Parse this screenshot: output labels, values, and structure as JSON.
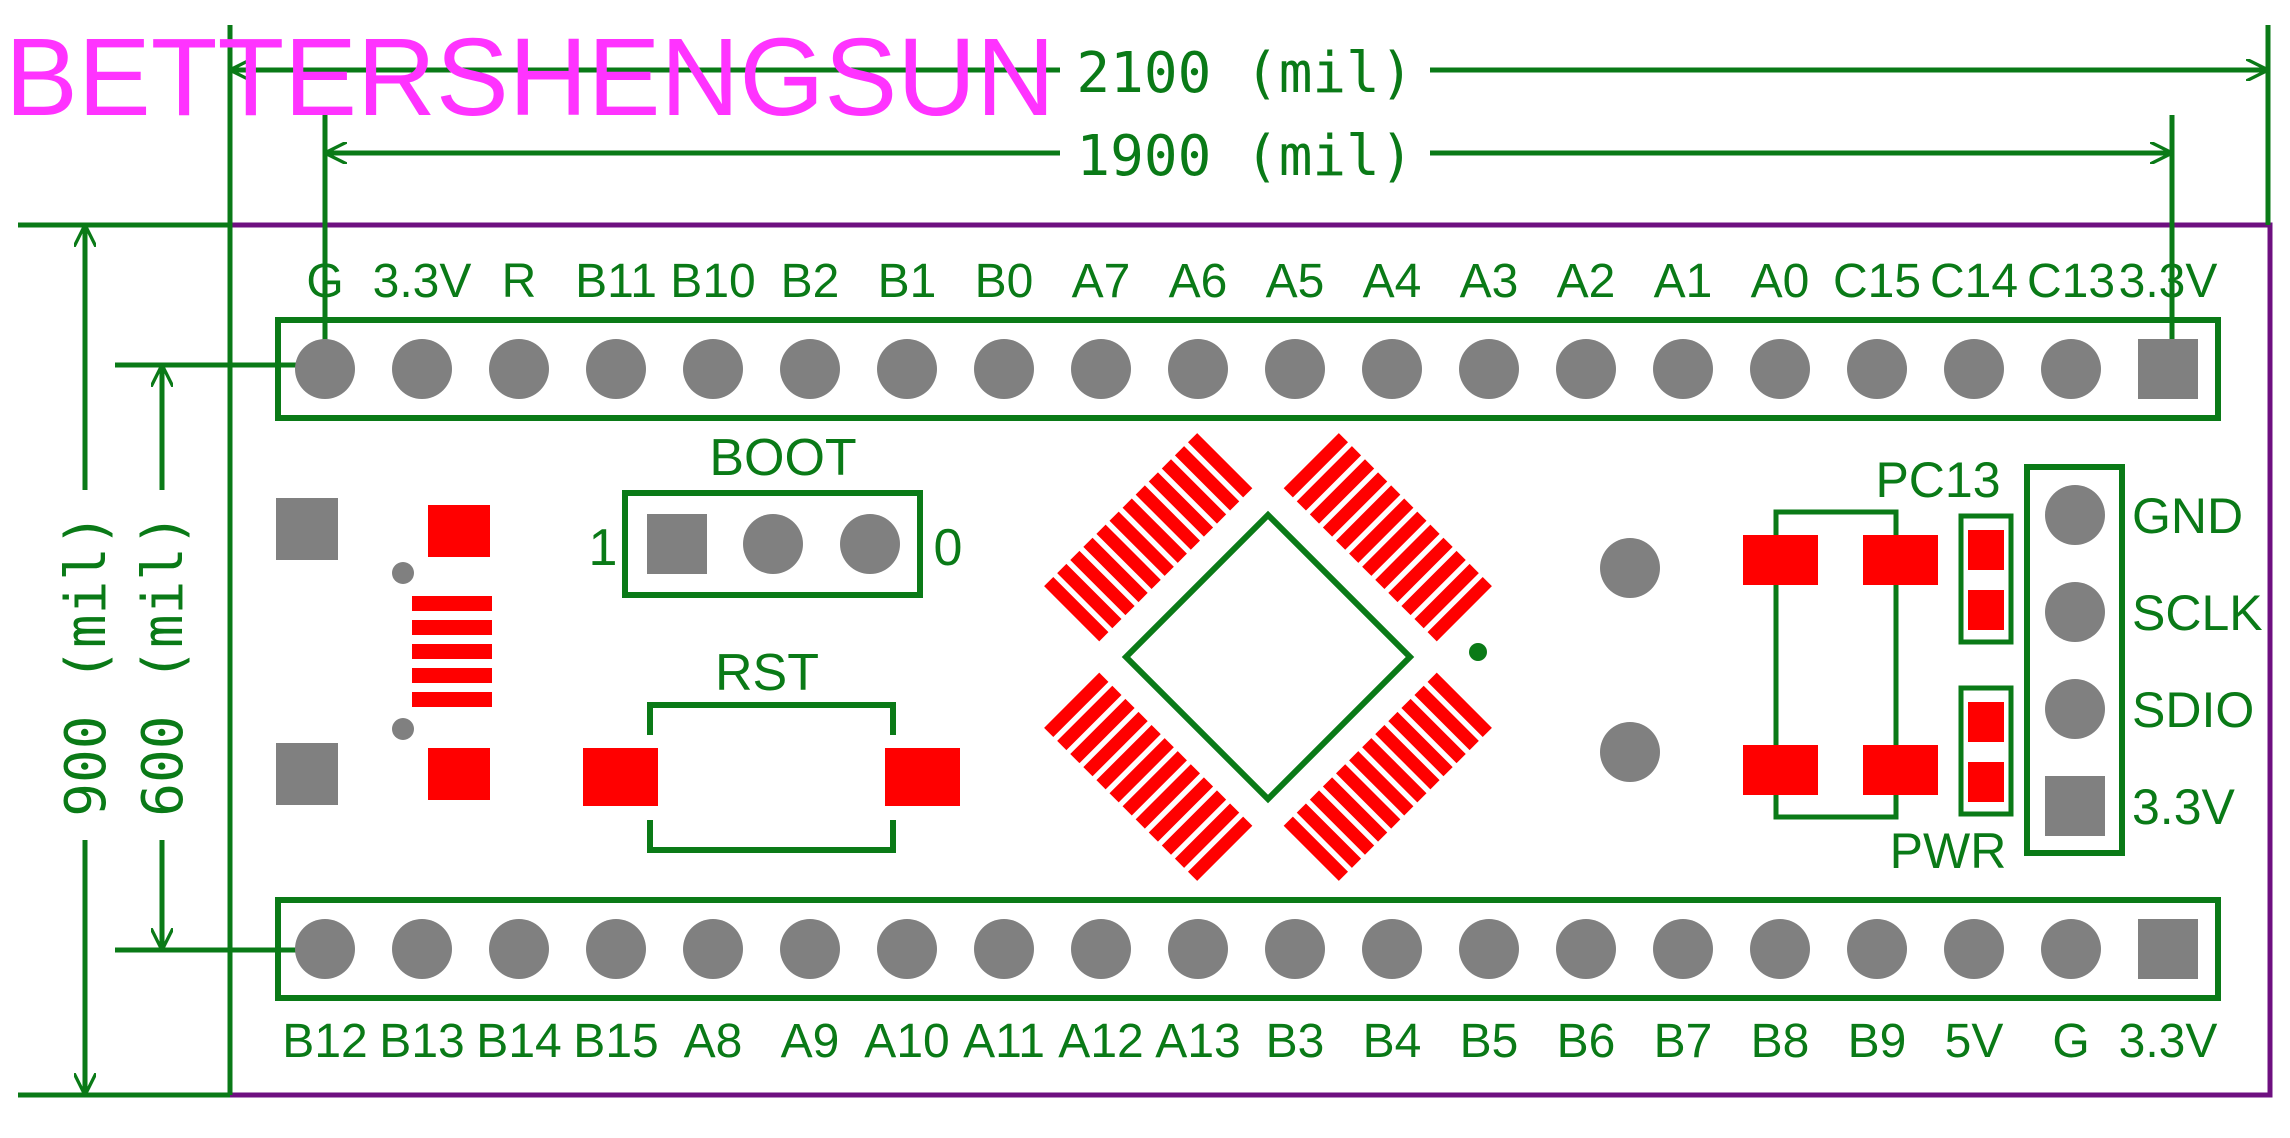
{
  "brand": "BETTERSHENGSUN",
  "dimensions": {
    "overall_width": "2100 (mil)",
    "pin_span_width": "1900 (mil)",
    "overall_height": "900 (mil)",
    "pin_span_height": "600 (mil)"
  },
  "top_header_pins": [
    "G",
    "3.3V",
    "R",
    "B11",
    "B10",
    "B2",
    "B1",
    "B0",
    "A7",
    "A6",
    "A5",
    "A4",
    "A3",
    "A2",
    "A1",
    "A0",
    "C15",
    "C14",
    "C13",
    "3.3V"
  ],
  "bottom_header_pins": [
    "B12",
    "B13",
    "B14",
    "B15",
    "A8",
    "A9",
    "A10",
    "A11",
    "A12",
    "A13",
    "B3",
    "B4",
    "B5",
    "B6",
    "B7",
    "B8",
    "B9",
    "5V",
    "G",
    "3.3V"
  ],
  "boot_jumper": {
    "label": "BOOT",
    "left": "1",
    "right": "0"
  },
  "reset_button": {
    "label": "RST"
  },
  "leds": {
    "top": "PC13",
    "bottom": "PWR"
  },
  "swd_header_pins": [
    "GND",
    "SCLK",
    "SDIO",
    "3.3V"
  ],
  "colors": {
    "silkscreen": "#0a7a17",
    "outline": "#6e1080",
    "pad": "#808080",
    "smd": "#ff0000",
    "brand": "#ff33ff",
    "background": "#ffffff"
  }
}
